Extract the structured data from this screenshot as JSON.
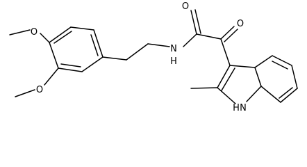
{
  "molecule": {
    "atoms": {
      "o_methoxy_top": "O",
      "o_methoxy_bottom": "O",
      "n_amide": "N",
      "h_amide": "H",
      "o_amide_carbonyl": "O",
      "o_ketone_carbonyl": "O",
      "nh_indole": "H",
      "n_indole": "N"
    }
  },
  "colors": {
    "bond": "#000000",
    "label": "#000000",
    "background": "#ffffff"
  }
}
